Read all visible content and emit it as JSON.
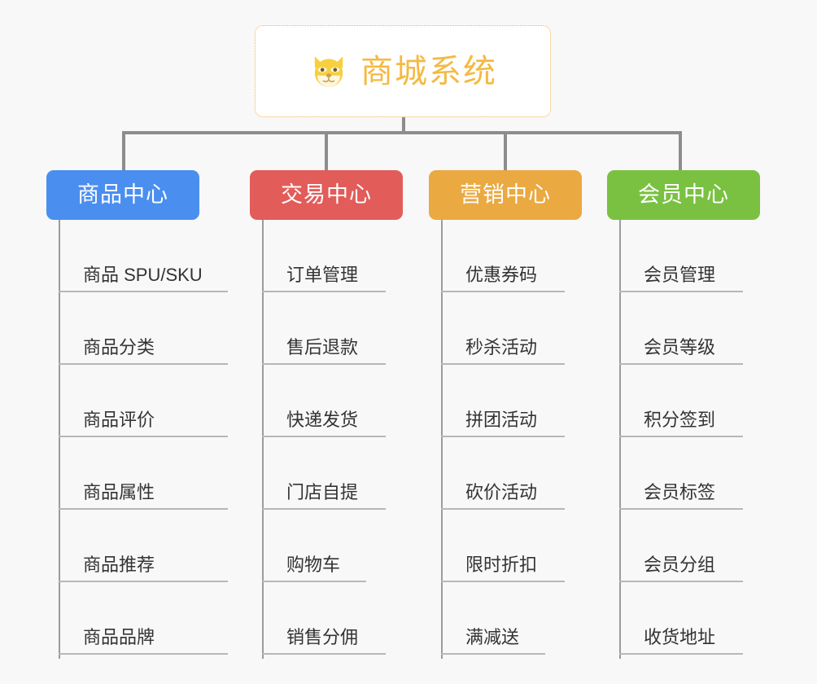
{
  "root": {
    "title": "商城系统",
    "icon": "shiba-dog-icon",
    "accent_color": "#f5b942",
    "border_color": "#f0b24a",
    "background": "#ffffff"
  },
  "page": {
    "background": "#f8f8f8",
    "connector_color": "#8d8d8d",
    "leaf_line_color": "#b7b7b7",
    "leaf_text_color": "#333333"
  },
  "columns": [
    {
      "title": "商品中心",
      "color": "#4a8ef0",
      "items": [
        "商品 SPU/SKU",
        "商品分类",
        "商品评价",
        "商品属性",
        "商品推荐",
        "商品品牌"
      ]
    },
    {
      "title": "交易中心",
      "color": "#e25c5a",
      "items": [
        "订单管理",
        "售后退款",
        "快递发货",
        "门店自提",
        "购物车",
        "销售分佣"
      ]
    },
    {
      "title": "营销中心",
      "color": "#eaa941",
      "items": [
        "优惠券码",
        "秒杀活动",
        "拼团活动",
        "砍价活动",
        "限时折扣",
        "满减送"
      ]
    },
    {
      "title": "会员中心",
      "color": "#7ac142",
      "items": [
        "会员管理",
        "会员等级",
        "积分签到",
        "会员标签",
        "会员分组",
        "收货地址"
      ]
    }
  ]
}
